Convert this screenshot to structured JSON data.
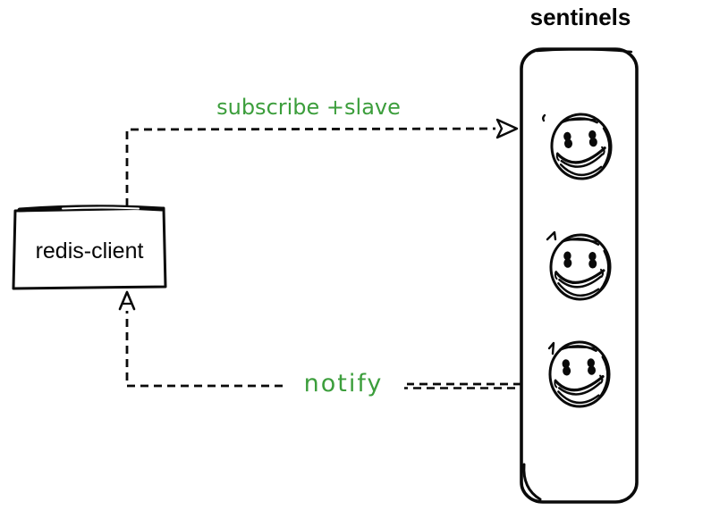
{
  "diagram": {
    "background": "#ffffff",
    "ink_color": "#0a0a0a",
    "label_color": "#3c9e3c",
    "sentinels": {
      "title": "sentinels",
      "nodes": [
        {
          "icon": "smiley-face-icon"
        },
        {
          "icon": "smiley-face-icon"
        },
        {
          "icon": "smiley-face-icon"
        }
      ]
    },
    "client": {
      "label": "redis-client"
    },
    "arrows": [
      {
        "label": "subscribe +slave",
        "style": "dashed",
        "direction": "client-to-sentinels"
      },
      {
        "label": "notify",
        "style": "dashed",
        "direction": "sentinels-to-client"
      }
    ]
  }
}
